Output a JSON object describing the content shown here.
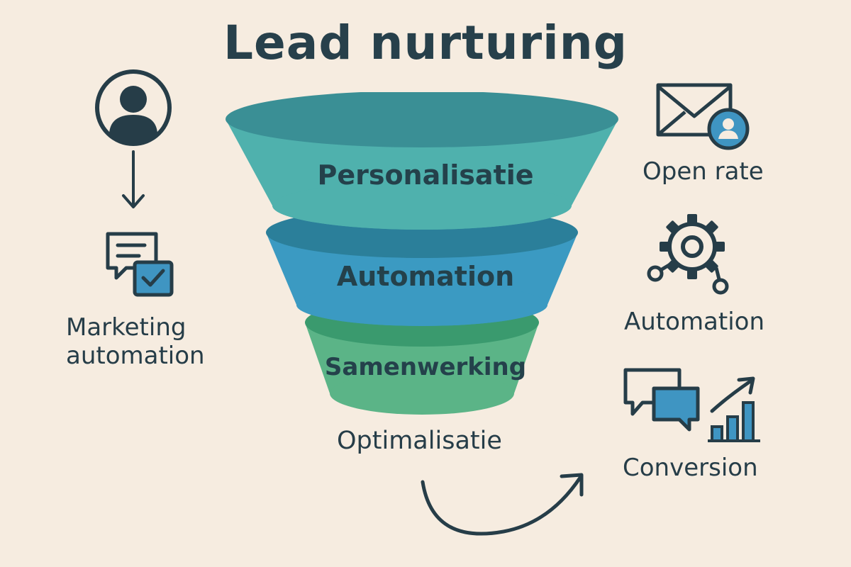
{
  "title": "Lead nurturing",
  "funnel": {
    "stages": [
      {
        "label": "Personalisatie"
      },
      {
        "label": "Automation"
      },
      {
        "label": "Samenwerking"
      }
    ],
    "below_label": "Optimalisatie"
  },
  "left": {
    "label_line1": "Marketing",
    "label_line2": "automation",
    "icons": [
      "user-avatar-icon",
      "down-arrow-icon",
      "chat-check-icon"
    ]
  },
  "right": {
    "items": [
      {
        "label": "Open rate",
        "icon": "email-user-icon"
      },
      {
        "label": "Automation",
        "icon": "gear-network-icon"
      },
      {
        "label": "Conversion",
        "icon": "chat-growth-chart-icon"
      }
    ]
  },
  "colors": {
    "background": "#f6ece0",
    "ink": "#263d48",
    "teal": "#4fb1ad",
    "blue": "#3b9ac2",
    "green": "#5bb487",
    "accent_blue": "#3f95c2"
  }
}
